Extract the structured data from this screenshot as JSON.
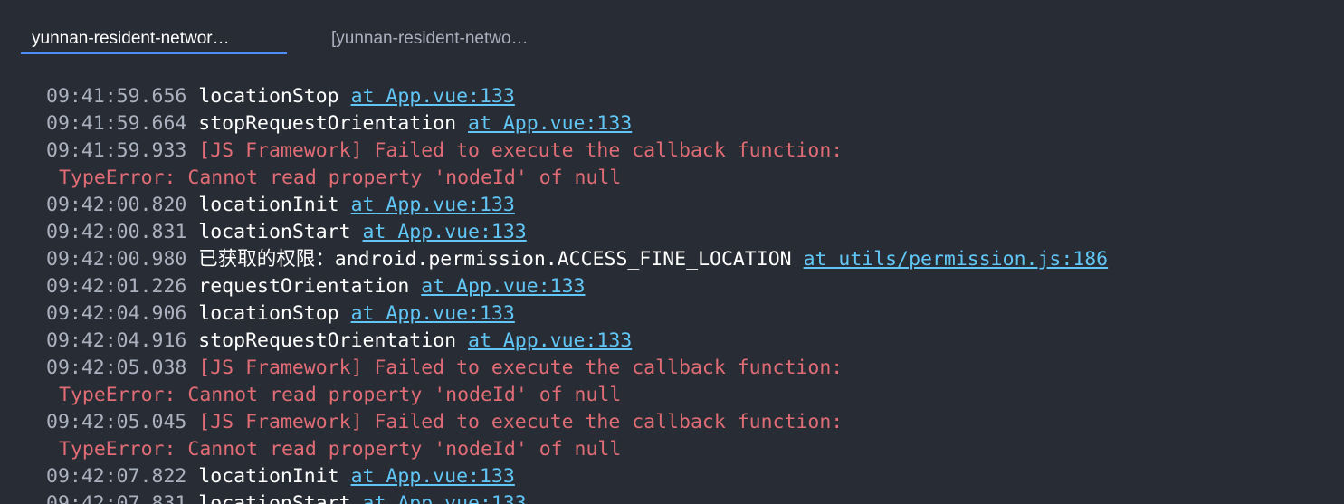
{
  "tabs": [
    {
      "label": "yunnan-resident-networ…",
      "active": true
    },
    {
      "label": "[yunnan-resident-netwo…",
      "active": false
    }
  ],
  "colors": {
    "background": "#282c34",
    "timestamp": "#abb2bf",
    "message": "#ffffff",
    "error": "#e06c75",
    "link": "#61c6f5",
    "tab_underline": "#4f8ef7"
  },
  "log": [
    {
      "type": "entry",
      "time": "09:41:59.656",
      "message": "locationStop",
      "link": "at App.vue:133"
    },
    {
      "type": "entry",
      "time": "09:41:59.664",
      "message": "stopRequestOrientation",
      "link": "at App.vue:133"
    },
    {
      "type": "error",
      "time": "09:41:59.933",
      "message": "[JS Framework] Failed to execute the callback function:"
    },
    {
      "type": "continuation",
      "message": "TypeError: Cannot read property 'nodeId' of null"
    },
    {
      "type": "entry",
      "time": "09:42:00.820",
      "message": "locationInit",
      "link": "at App.vue:133"
    },
    {
      "type": "entry",
      "time": "09:42:00.831",
      "message": "locationStart",
      "link": "at App.vue:133"
    },
    {
      "type": "entry",
      "time": "09:42:00.980",
      "message": "已获取的权限：android.permission.ACCESS_FINE_LOCATION",
      "link": "at utils/permission.js:186"
    },
    {
      "type": "entry",
      "time": "09:42:01.226",
      "message": "requestOrientation",
      "link": "at App.vue:133"
    },
    {
      "type": "entry",
      "time": "09:42:04.906",
      "message": "locationStop",
      "link": "at App.vue:133"
    },
    {
      "type": "entry",
      "time": "09:42:04.916",
      "message": "stopRequestOrientation",
      "link": "at App.vue:133"
    },
    {
      "type": "error",
      "time": "09:42:05.038",
      "message": "[JS Framework] Failed to execute the callback function:"
    },
    {
      "type": "continuation",
      "message": "TypeError: Cannot read property 'nodeId' of null"
    },
    {
      "type": "error",
      "time": "09:42:05.045",
      "message": "[JS Framework] Failed to execute the callback function:"
    },
    {
      "type": "continuation",
      "message": "TypeError: Cannot read property 'nodeId' of null"
    },
    {
      "type": "entry",
      "time": "09:42:07.822",
      "message": "locationInit",
      "link": "at App.vue:133"
    },
    {
      "type": "entry",
      "time": "09:42:07.831",
      "message": "locationStart",
      "link": "at App.vue:133"
    }
  ]
}
